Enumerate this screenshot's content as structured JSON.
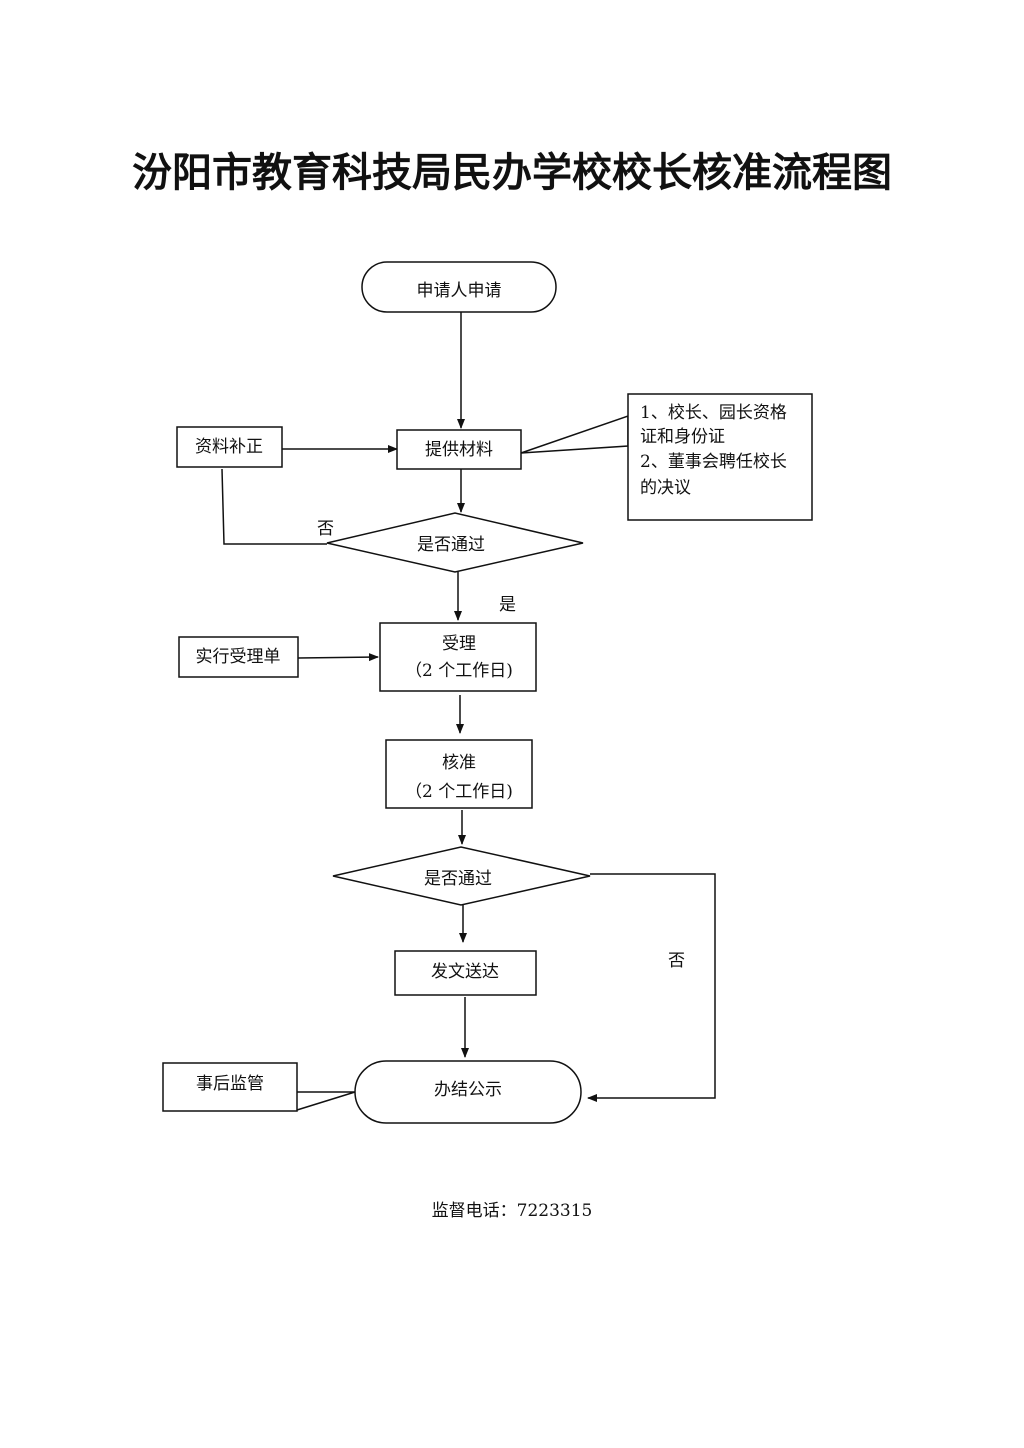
{
  "title": "汾阳市教育科技局民办学校校长核准流程图",
  "nodes": {
    "apply": "申请人申请",
    "materials": "提供材料",
    "supplement": "资料补正",
    "note_line1": "1、校长、园长资格",
    "note_line2": "证和身份证",
    "note_line3": "2、董事会聘任校长",
    "note_line4": "的决议",
    "decision1": "是否通过",
    "accept_line1": "受理",
    "accept_line2": "（2 个工作日)",
    "receipt": "实行受理单",
    "approve_line1": "核准",
    "approve_line2": "（2 个工作日)",
    "decision2": "是否通过",
    "issue": "发文送达",
    "finish": "办结公示",
    "supervise": "事后监管"
  },
  "edges": {
    "no1": "否",
    "yes1": "是",
    "no2": "否"
  },
  "footer": "监督电话：7223315"
}
